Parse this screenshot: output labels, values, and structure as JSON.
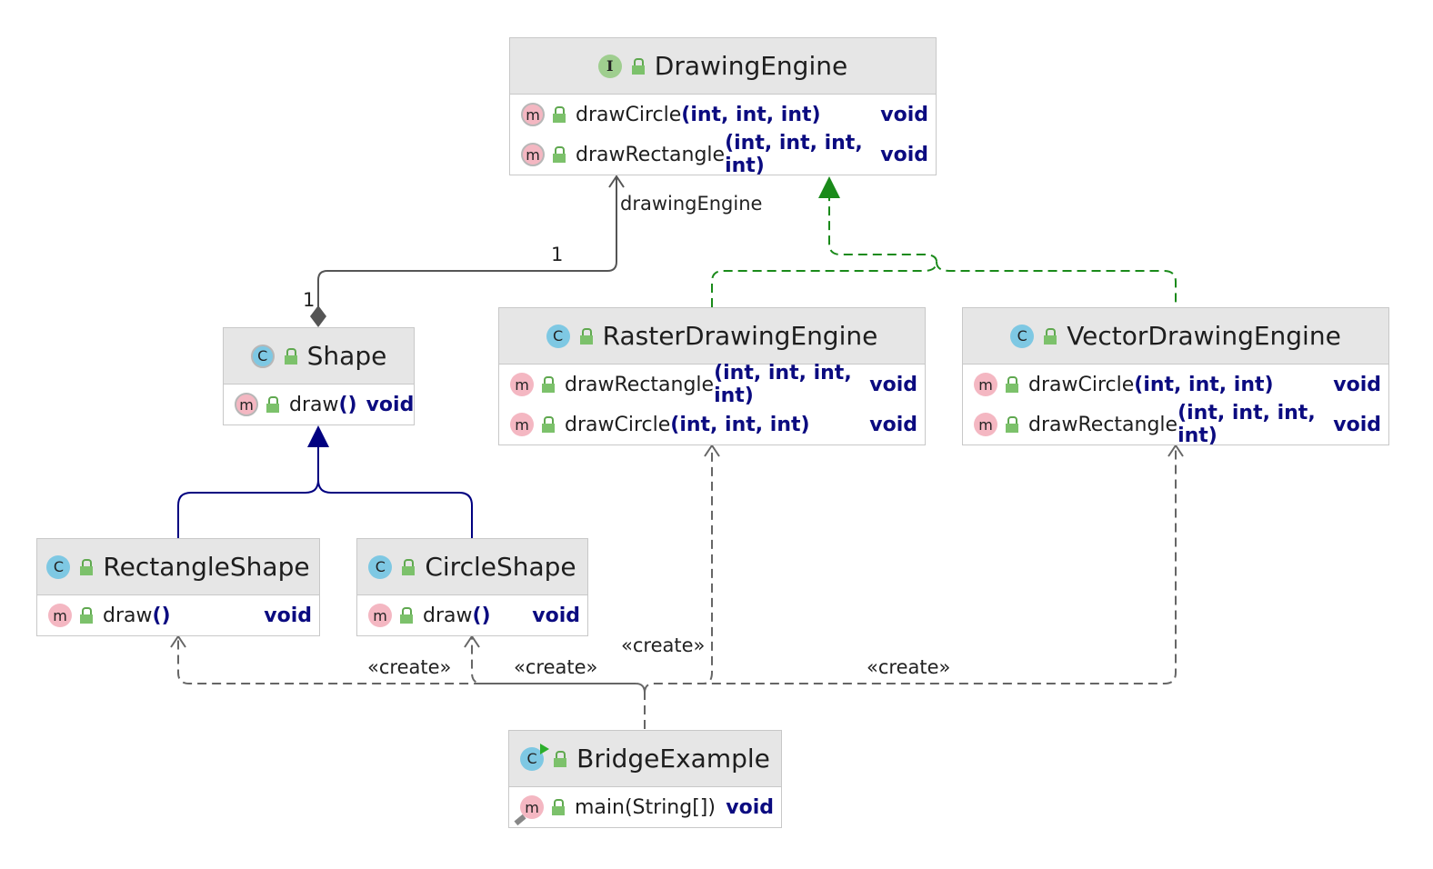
{
  "interface_badge": "I",
  "class_badge": "C",
  "method_badge": "m",
  "classes": {
    "drawing_engine": {
      "name": "DrawingEngine",
      "methods": [
        {
          "name": "drawCircle",
          "params": "(int, int, int)",
          "ret": "void"
        },
        {
          "name": "drawRectangle",
          "params": "(int, int, int, int)",
          "ret": "void"
        }
      ]
    },
    "shape": {
      "name": "Shape",
      "methods": [
        {
          "name": "draw",
          "params": "()",
          "ret": "void"
        }
      ]
    },
    "raster": {
      "name": "RasterDrawingEngine",
      "methods": [
        {
          "name": "drawRectangle",
          "params": "(int, int, int, int)",
          "ret": "void"
        },
        {
          "name": "drawCircle",
          "params": "(int, int, int)",
          "ret": "void"
        }
      ]
    },
    "vector": {
      "name": "VectorDrawingEngine",
      "methods": [
        {
          "name": "drawCircle",
          "params": "(int, int, int)",
          "ret": "void"
        },
        {
          "name": "drawRectangle",
          "params": "(int, int, int, int)",
          "ret": "void"
        }
      ]
    },
    "rectangle_shape": {
      "name": "RectangleShape",
      "methods": [
        {
          "name": "draw",
          "params": "()",
          "ret": "void"
        }
      ]
    },
    "circle_shape": {
      "name": "CircleShape",
      "methods": [
        {
          "name": "draw",
          "params": "()",
          "ret": "void"
        }
      ]
    },
    "bridge_example": {
      "name": "BridgeExample",
      "methods": [
        {
          "name": "main",
          "params": "(String[])",
          "ret": "void"
        }
      ]
    }
  },
  "edges": {
    "association_label": "drawingEngine",
    "mult_target": "1",
    "mult_source": "1",
    "create_1": "«create»",
    "create_2": "«create»",
    "create_3": "«create»",
    "create_4": "«create»"
  },
  "colors": {
    "header_bg": "#e6e6e6",
    "keyword": "#0b0b80",
    "realization": "#1a8a1a",
    "inheritance": "#000080",
    "dependency": "#666666"
  }
}
